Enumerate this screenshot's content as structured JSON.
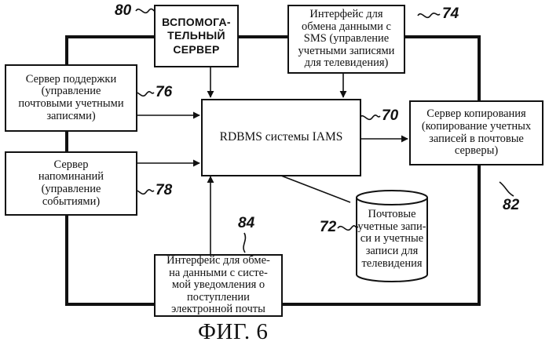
{
  "figure_caption": "ФИГ. 6",
  "boxes": {
    "aux_server": {
      "lines": [
        "ВСПОМОГА-",
        "ТЕЛЬНЫЙ",
        "СЕРВЕР"
      ],
      "ref": "80"
    },
    "sms_interface": {
      "lines": [
        "Интерфейс для",
        "обмена данными с",
        "SMS (управление",
        "учетными записями",
        "для телевидения)"
      ],
      "ref": "74"
    },
    "support_server": {
      "lines": [
        "Сервер поддержки",
        "(управление",
        "почтовыми учетными",
        "записями)"
      ],
      "ref": "76"
    },
    "reminder_server": {
      "lines": [
        "Сервер",
        "напоминаний",
        "(управление",
        "событиями)"
      ],
      "ref": "78"
    },
    "rdbms": {
      "lines": [
        "RDBMS системы IAMS"
      ],
      "ref": "70"
    },
    "copy_server": {
      "lines": [
        "Сервер копирования",
        "(копирование учетных",
        "записей в почтовые",
        "серверы)"
      ],
      "ref": "82"
    },
    "email_interface": {
      "lines": [
        "Интерфейс для обме-",
        "на данными с систе-",
        "мой уведомления о",
        "поступлении",
        "электронной почты"
      ],
      "ref": "84"
    }
  },
  "database": {
    "lines": [
      "Почтовые",
      "учетные запи-",
      "си и учетные",
      "записи для",
      "телевидения"
    ],
    "ref": "72"
  }
}
